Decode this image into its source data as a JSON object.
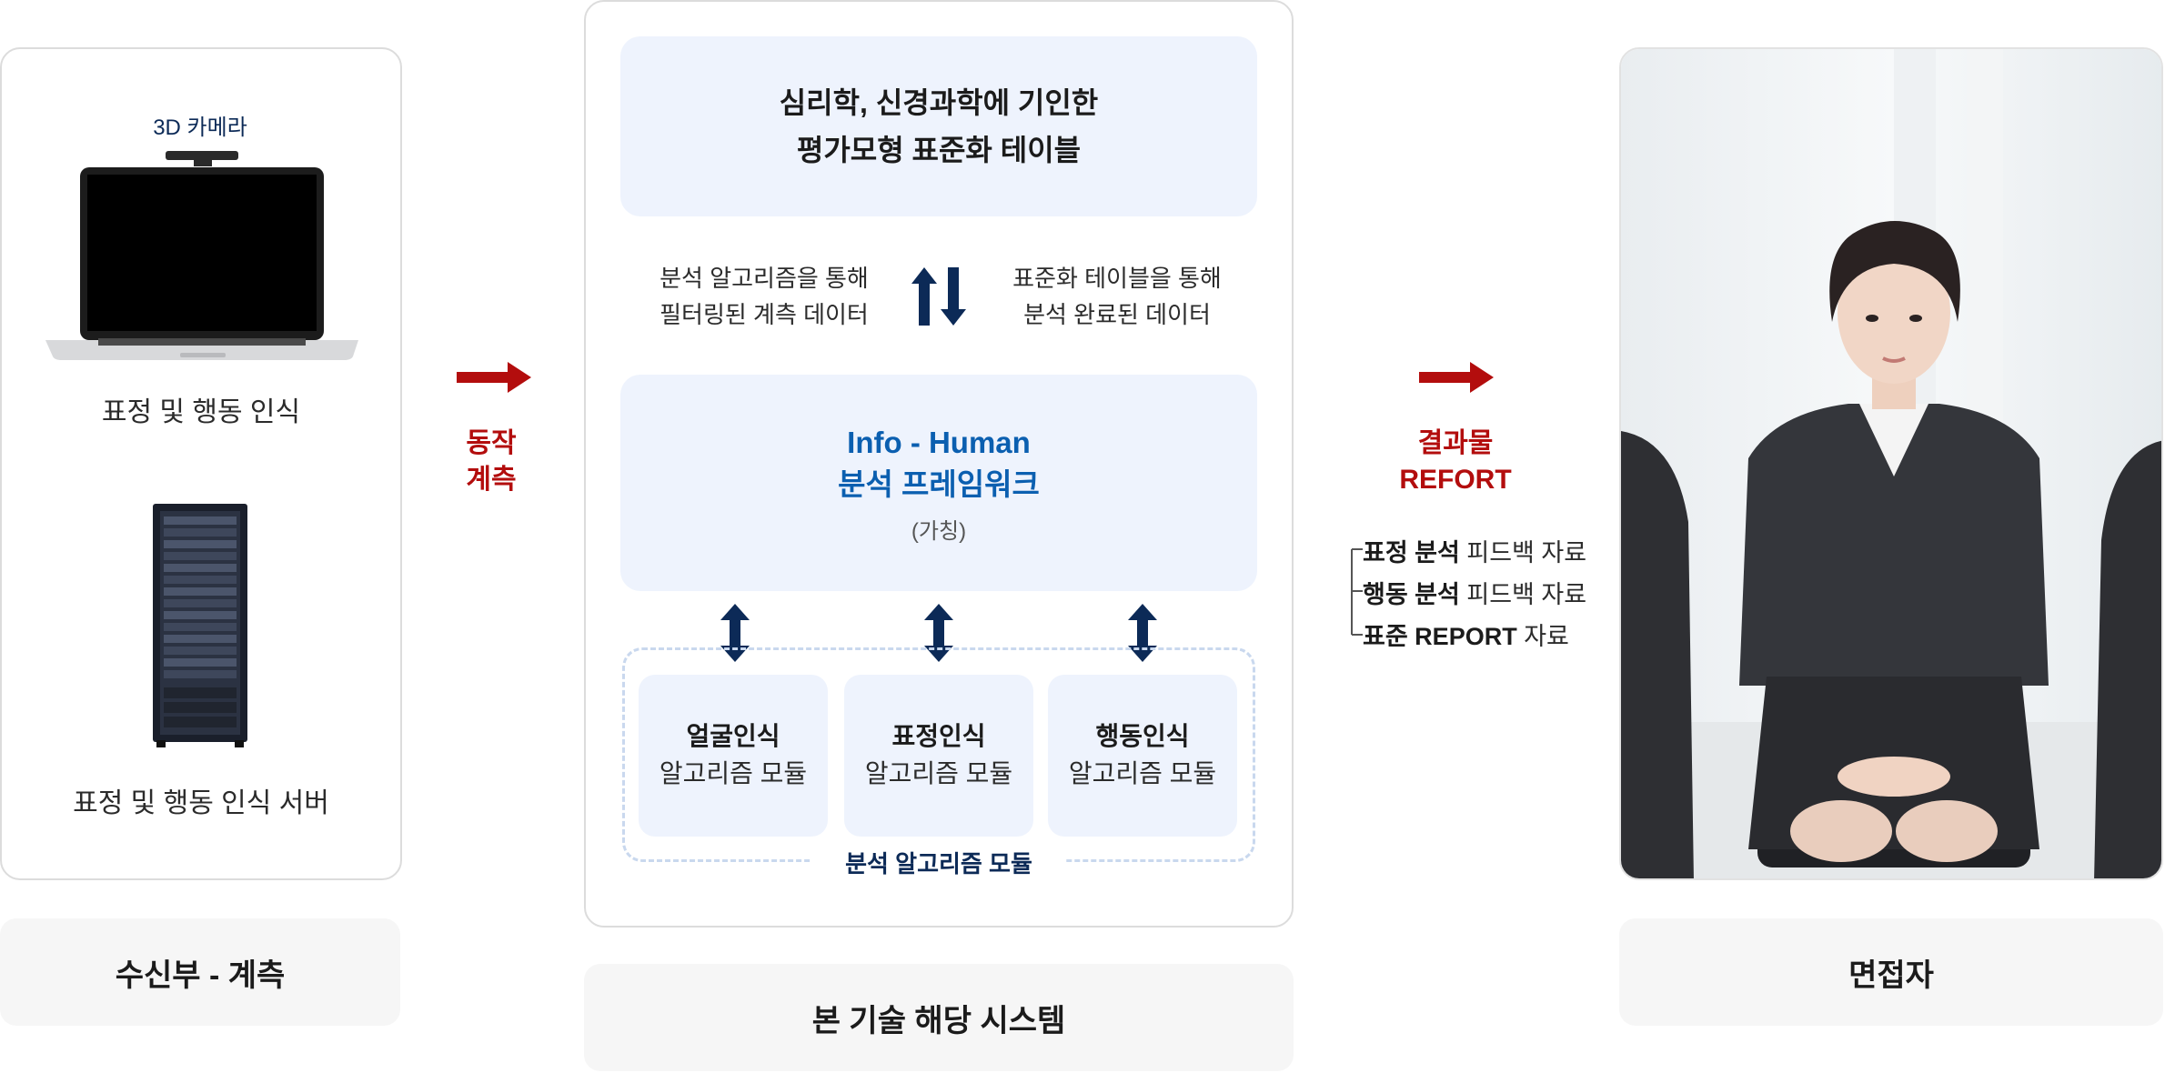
{
  "left": {
    "camera_label": "3D 카메라",
    "laptop_caption": "표정 및 행동 인식",
    "server_caption": "표정 및 행동 인식 서버",
    "section_label": "수신부 - 계측"
  },
  "arrow_left": {
    "line1": "동작",
    "line2": "계측"
  },
  "system": {
    "top_box_line1": "심리학, 신경과학에 기인한",
    "top_box_line2": "평가모형 표준화 테이블",
    "left_note_line1": "분석 알고리즘을 통해",
    "left_note_line2": "필터링된 계측 데이터",
    "right_note_line1": "표준화 테이블을 통해",
    "right_note_line2": "분석 완료된 데이터",
    "framework_line1": "Info - Human",
    "framework_line2": "분석 프레임워크",
    "framework_note": "(가칭)",
    "modules": [
      {
        "title": "얼굴인식",
        "sub": "알고리즘 모듈"
      },
      {
        "title": "표정인식",
        "sub": "알고리즘 모듈"
      },
      {
        "title": "행동인식",
        "sub": "알고리즘 모듈"
      }
    ],
    "module_group_label": "분석 알고리즘 모듈",
    "section_label": "본 기술 해당 시스템"
  },
  "arrow_right": {
    "line1": "결과물",
    "line2": "REFORT",
    "items": [
      {
        "bold": "표정 분석",
        "rest": " 피드백 자료"
      },
      {
        "bold": "행동 분석",
        "rest": " 피드백 자료"
      },
      {
        "bold": "표준 REPORT",
        "rest": " 자료"
      }
    ]
  },
  "right": {
    "section_label": "면접자"
  },
  "colors": {
    "accent_red": "#b30d0d",
    "navy": "#0c2a57",
    "blue": "#0b5fb0",
    "panel": "#eef3fd"
  }
}
